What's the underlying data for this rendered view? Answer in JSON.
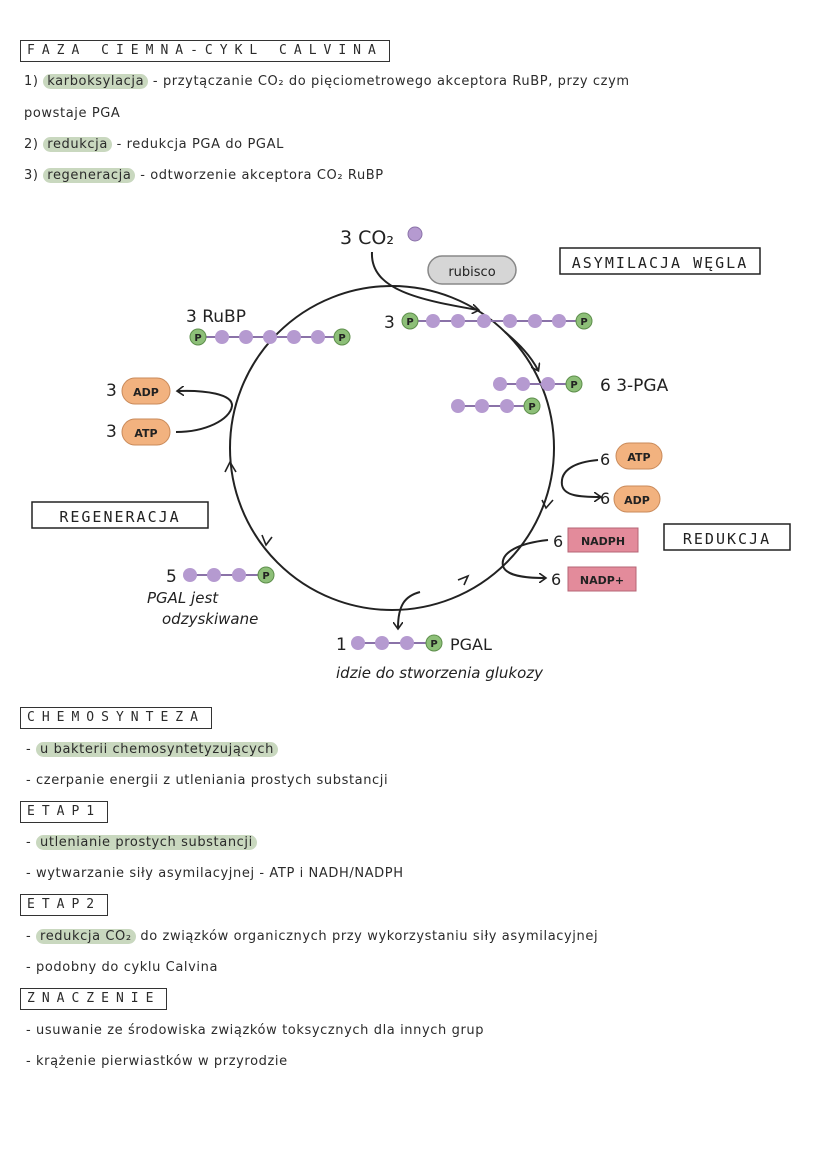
{
  "calvin": {
    "heading": "FAZA CIEMNA-CYKL CALVINA",
    "steps": [
      {
        "num": "1)",
        "term": "karboksylacja",
        "rest": " - przytączanie CO₂ do pięciometrowego akceptora RuBP, przy czym"
      },
      {
        "num": "",
        "term": "",
        "rest": "powstaje PGA"
      },
      {
        "num": "2)",
        "term": "redukcja",
        "rest": " - redukcja PGA do PGAL"
      },
      {
        "num": "3)",
        "term": "regeneracja",
        "rest": " - odtworzenie akceptora CO₂ RuBP"
      }
    ]
  },
  "diagram": {
    "co2_label": "3 CO₂",
    "rubisco": "rubisco",
    "asymilacja": "ASYMILACJA WĘGLA",
    "intermediate_count": "3",
    "p": "P",
    "pga_label": "6 3-PGA",
    "atp_in_count": "6",
    "adp_out_count": "6",
    "nadph_count": "6",
    "nadp_count": "6",
    "atp": "ATP",
    "adp": "ADP",
    "nadph": "NADPH",
    "nadp": "NADP+",
    "reduction_box": "REDUKCJA",
    "regeneration_box": "REGENERACJA",
    "rubp_label": "3 RuBP",
    "left_adp_count": "3",
    "left_atp_count": "3",
    "recycled_count": "5",
    "recycled_line1": "PGAL jest",
    "recycled_line2": "odzyskiwane",
    "output_count": "1",
    "output_label": "PGAL",
    "output_caption": "idzie do stworzenia glukozy"
  },
  "chemo": {
    "heading": "CHEMOSYNTEZA",
    "lines": [
      {
        "bullet": "-",
        "hl": "u bakterii chemosyntetyzujących",
        "rest": ""
      },
      {
        "bullet": "-",
        "hl": "",
        "rest": "czerpanie energii z utleniania prostych substancji"
      }
    ],
    "etap1": "ETAP1",
    "etap1_lines": [
      {
        "bullet": "-",
        "hl": "utlenianie prostych substancji",
        "rest": ""
      },
      {
        "bullet": "-",
        "hl": "",
        "rest": "wytwarzanie siły asymilacyjnej - ATP i NADH/NADPH"
      }
    ],
    "etap2": "ETAP2",
    "etap2_lines": [
      {
        "bullet": "-",
        "hl": "redukcja CO₂",
        "rest": " do związków organicznych przy wykorzystaniu siły asymilacyjnej"
      },
      {
        "bullet": "-",
        "hl": "",
        "rest": "podobny do cyklu Calvina"
      }
    ],
    "znaczenie": "ZNACZENIE",
    "znaczenie_lines": [
      {
        "bullet": "-",
        "hl": "",
        "rest": "usuwanie ze środowiska związków toksycznych dla innych grup"
      },
      {
        "bullet": "-",
        "hl": "",
        "rest": "krążenie pierwiastków w przyrodzie"
      }
    ]
  },
  "colors": {
    "purple": "#b59ad0",
    "green": "#8dbf78",
    "orange": "#f2b27f",
    "pink": "#e38b9b",
    "highlight": "#c9d8bf",
    "rubisco_fill": "#d6d6d6"
  }
}
